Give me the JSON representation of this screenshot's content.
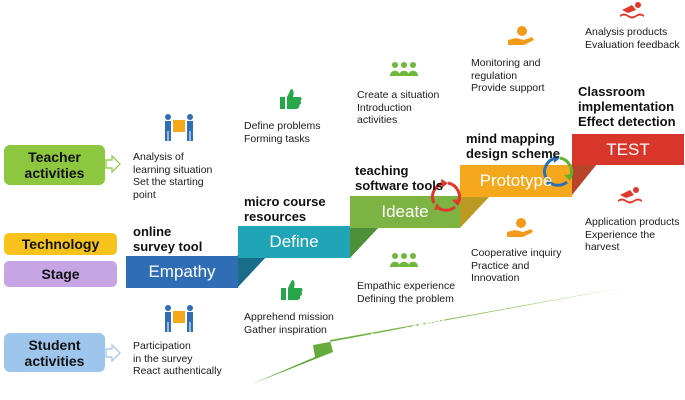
{
  "row_labels": {
    "teacher": "Teacher\nactivities",
    "technology": "Technology",
    "stage": "Stage",
    "student": "Student\nactivities"
  },
  "stages": {
    "empathy": "Empathy",
    "define": "Define",
    "ideate": "Ideate",
    "prototype": "Prototype",
    "test": "TEST"
  },
  "technology": {
    "empathy": "online\nsurvey tool",
    "define": "micro course\nresources",
    "ideate": "teaching\nsoftware tools",
    "prototype": "mind mapping\ndesign scheme",
    "test": "Classroom\nimplementation\nEffect detection"
  },
  "teacher": {
    "empathy": "Analysis of\nlearning situation\nSet the starting\npoint",
    "define": "Define problems\nForming tasks",
    "ideate": "Create a situation\nIntroduction\nactivities",
    "prototype": "Monitoring and\nregulation\nProvide support",
    "test": "Analysis products\nEvaluation feedback"
  },
  "student": {
    "empathy": "Participation\nin the survey\nReact authentically",
    "define": "Apprehend mission\nGather inspiration",
    "ideate": "Empathic experience\nDefining the problem",
    "prototype": "Cooperative inquiry\nPractice and\nInnovation",
    "test": "Application products\nExperience the\nharvest"
  },
  "iterative_label": "Iterative research",
  "colors": {
    "empathy": "#2f6db5",
    "define": "#1fa5b5",
    "ideate": "#7cb342",
    "prototype": "#f6a81c",
    "test": "#d9362b",
    "teacher_box": "#8dc63f",
    "technology_box": "#f7c21b",
    "stage_box": "#c7a4e4",
    "student_box": "#9ec5ec",
    "arrow": "#6fb83b",
    "cycle_red": "#e0392b",
    "cycle_green": "#63b22f",
    "cycle_blue": "#2b6fb5"
  },
  "icons": {
    "empathy": "people-board-icon",
    "define": "thumbs-up-icon",
    "ideate": "group-icon",
    "prototype": "hand-money-icon",
    "test": "swimmer-icon"
  }
}
